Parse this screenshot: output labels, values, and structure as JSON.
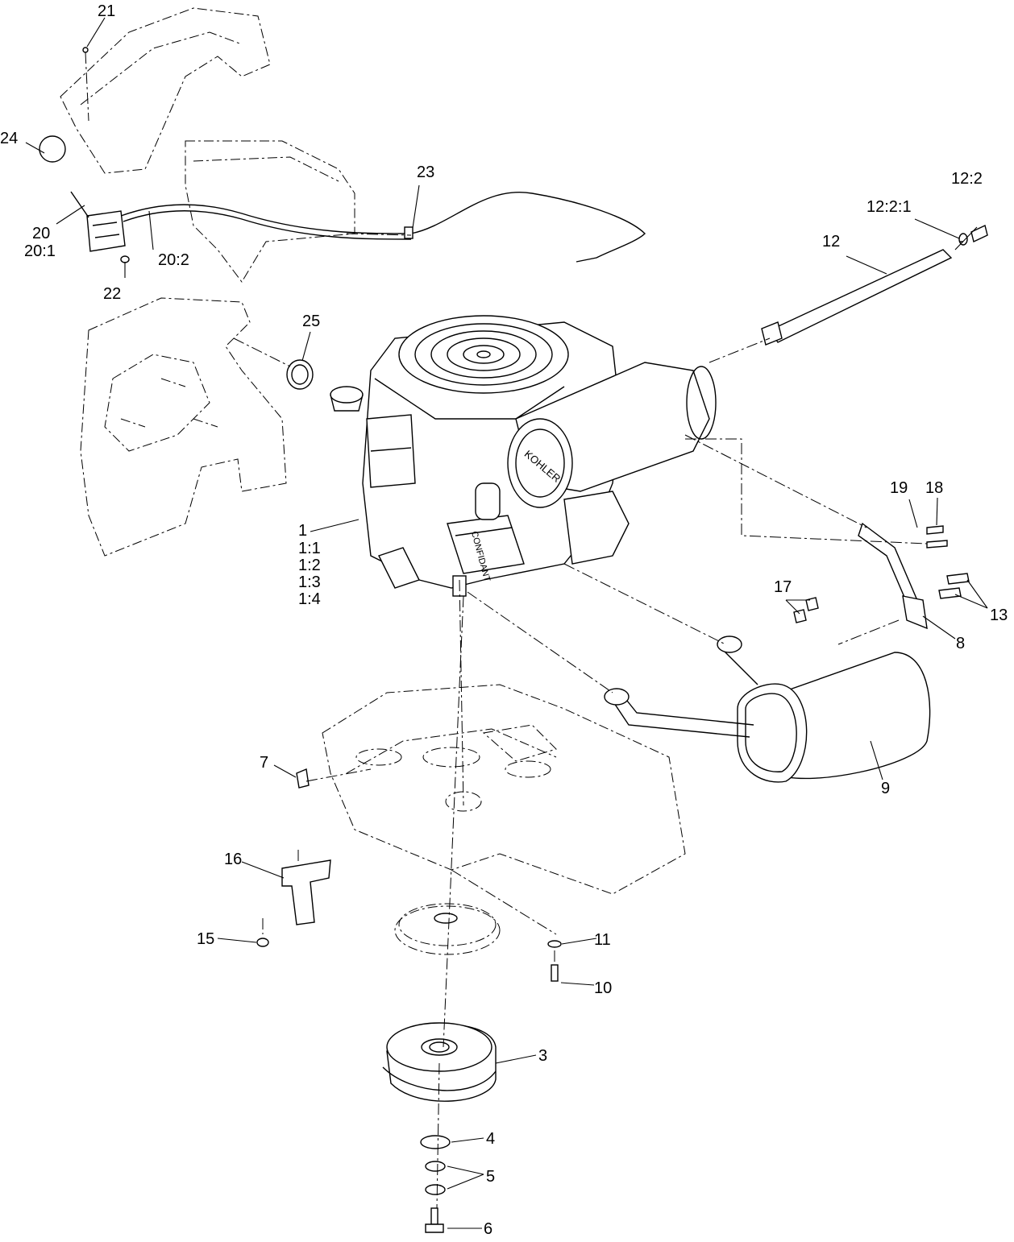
{
  "callouts": {
    "c1": "1",
    "c1_1": "1:1",
    "c1_2": "1:2",
    "c1_3": "1:3",
    "c1_4": "1:4",
    "c3": "3",
    "c4": "4",
    "c5": "5",
    "c6": "6",
    "c7": "7",
    "c8": "8",
    "c9": "9",
    "c10": "10",
    "c11": "11",
    "c12": "12",
    "c12_2": "12:2",
    "c12_2_1": "12:2:1",
    "c13": "13",
    "c15": "15",
    "c16": "16",
    "c17": "17",
    "c18": "18",
    "c19": "19",
    "c20": "20",
    "c20_1": "20:1",
    "c20_2": "20:2",
    "c21": "21",
    "c22": "22",
    "c23": "23",
    "c24": "24",
    "c25": "25"
  },
  "engine_brand": "KOHLER",
  "engine_model": "CONFIDANT"
}
